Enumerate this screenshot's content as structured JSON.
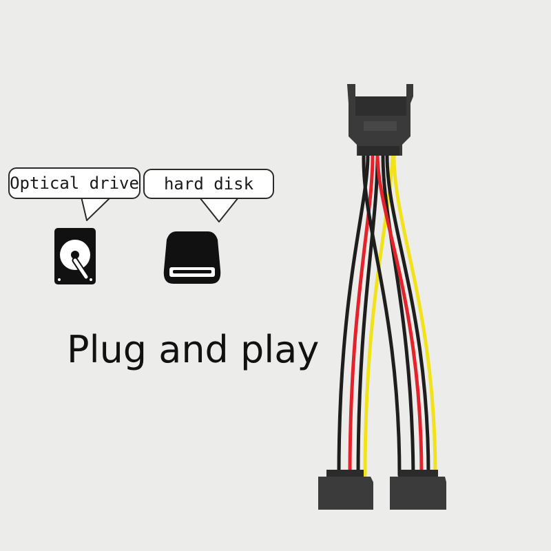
{
  "labels": {
    "optical_drive": "Optical drive",
    "hard_disk": "hard disk"
  },
  "headline": "Plug and play",
  "icons": [
    "hard-drive-icon",
    "optical-drive-icon"
  ],
  "colors": {
    "background": "#ececeb",
    "connector": "#3a3a3a",
    "wire_black": "#1e1e1e",
    "wire_red": "#e3232b",
    "wire_yellow": "#f2e21a"
  }
}
